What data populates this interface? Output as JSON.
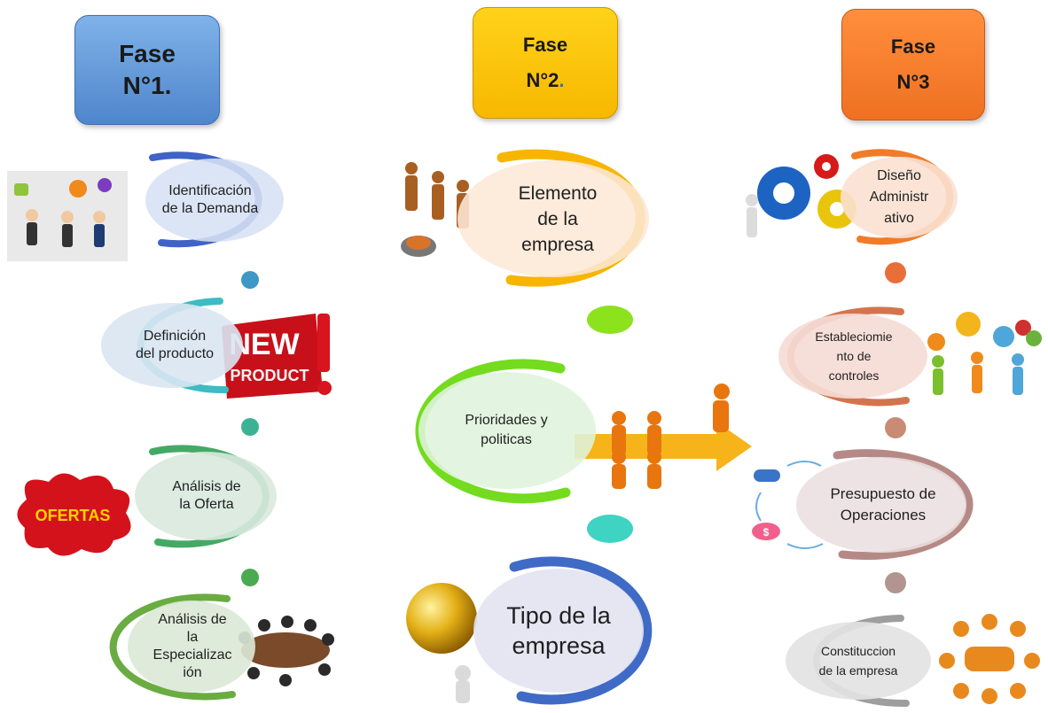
{
  "phases": [
    {
      "line1": "Fase",
      "line2": "N°1."
    },
    {
      "line1": "Fase",
      "line2": "N°2",
      "suffix": "."
    },
    {
      "line1": "Fase",
      "line2": "N°3"
    }
  ],
  "col1": [
    {
      "label": "Identificación\nde la Demanda",
      "color": "#3f63c6"
    },
    {
      "label": "Definición\ndel producto",
      "color": "#3cbcc3"
    },
    {
      "label": "Análisis de\nla Oferta",
      "color": "#45a966"
    },
    {
      "label": "Análisis de\nla\nEspecializac\nión",
      "color": "#6aac42"
    }
  ],
  "col2": [
    {
      "label": "Elemento\nde la\nempresa",
      "color": "#f7b500"
    },
    {
      "label": "Prioridades y\npoliticas",
      "color": "#74db1e"
    },
    {
      "label": "Tipo de la\nempresa",
      "color": "#3f6bc6"
    }
  ],
  "col3": [
    {
      "label": "Diseño\nAdministr\nativo",
      "color": "#f07b2a"
    },
    {
      "label": "Estableciomie\nnto de\ncontroles",
      "color": "#d4744e"
    },
    {
      "label": "Presupuesto de\nOperaciones",
      "color": "#b58a86"
    },
    {
      "label": "Constituccion\nde la empresa",
      "color": "#9e9e9e"
    }
  ],
  "connector_colors": {
    "col1": [
      "#3f97c5",
      "#3cb295",
      "#4aaa4f"
    ],
    "col2": [
      "#8de21e",
      "#3fd3c2"
    ],
    "col3": [
      "#e86f3a",
      "#c98b76",
      "#b29590"
    ]
  },
  "pictures": {
    "new_product": {
      "line1": "NEW",
      "line2": "PRODUCT"
    },
    "ofertas": "OFERTAS",
    "dollar": "$"
  }
}
